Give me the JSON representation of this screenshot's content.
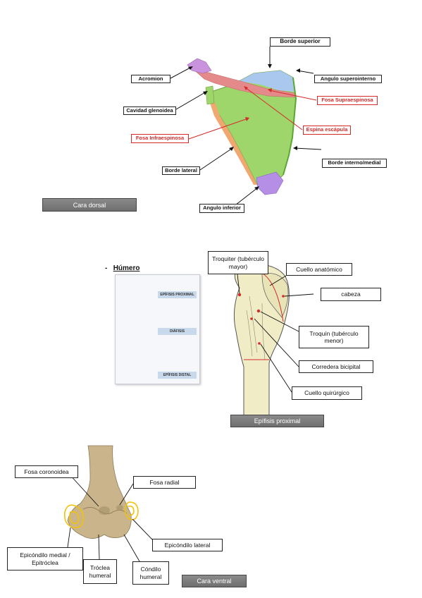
{
  "scapula": {
    "labels": {
      "borde_superior": "Borde superior",
      "acromion": "Acromion",
      "angulo_superointerno": "Angulo superointerno",
      "fosa_supraespinosa": "Fosa Supraespinosa",
      "cavidad_glenoidea": "Cavidad glenoidea",
      "espina_escapula": "Espina escápula",
      "fosa_infraespinosa": "Fosa Infraespinosa",
      "borde_interno": "Borde interno/medial",
      "borde_lateral": "Borde lateral",
      "angulo_inferior": "Angulo inferior"
    },
    "badge": "Cara dorsal",
    "colors": {
      "label_red": "#d42a2a",
      "body": "#9fd66b",
      "spine": "#e58a8a",
      "top": "#aac8ee",
      "acromion": "#c993dd",
      "inferior": "#b58ee6",
      "lateral": "#f0a870"
    }
  },
  "humerus": {
    "dash": "-",
    "title": "Húmero",
    "inset": {
      "epifisis_proximal": "EPÍFISIS PROXIMAL",
      "diafisis": "DIÁFISIS",
      "epifisis_distal": "EPÍFISIS DISTAL"
    },
    "labels": {
      "troquiter": "Troquiter (tubérculo mayor)",
      "cuello_anatomico": "Cuello anatómico",
      "cabeza": "cabeza",
      "troquin": "Troquín (tubérculo menor)",
      "corredera": "Corredera bicipital",
      "cuello_quirurgico": "Cuello quirúrgico"
    },
    "badge": "Epífisis proximal"
  },
  "distal": {
    "labels": {
      "fosa_coronoidea": "Fosa coronoidea",
      "fosa_radial": "Fosa radial",
      "epicondilo_medial": "Epicóndilo medial / Epitróclea",
      "epicondilo_lateral": "Epicóndilo lateral",
      "troclea": "Tróclea humeral",
      "condilo": "Cóndilo humeral"
    },
    "badge": "Cara ventral",
    "colors": {
      "bone": "#c9b48c",
      "highlight": "#f2c20c"
    }
  }
}
